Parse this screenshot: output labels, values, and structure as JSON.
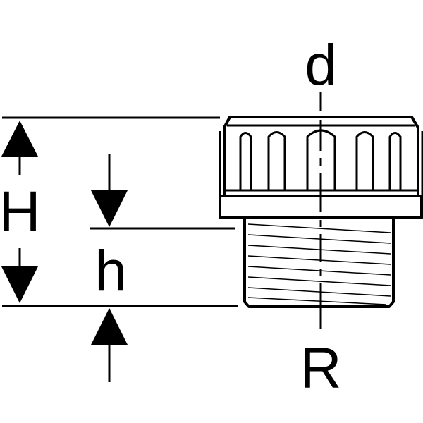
{
  "labels": {
    "top_dimension": "d",
    "bottom_dimension": "R",
    "total_height": "H",
    "thread_height": "h"
  },
  "colors": {
    "stroke": "#000000",
    "background": "#ffffff"
  }
}
